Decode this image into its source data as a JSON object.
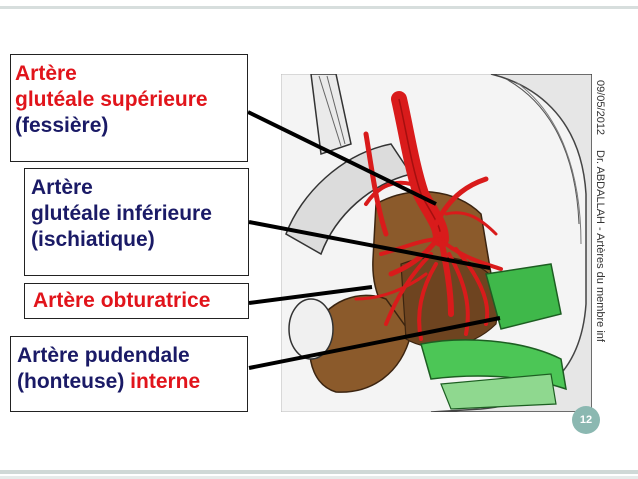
{
  "labels": {
    "superior": {
      "line1": "Artère",
      "line2": "glutéale supérieure",
      "line3": "(fessière)"
    },
    "inferior": {
      "line1": "Artère",
      "line2": "glutéale inférieure",
      "line3": "(ischiatique)"
    },
    "obturator": {
      "text": "Artère obturatrice"
    },
    "pudendal": {
      "line1": "Artère pudendale",
      "line2a": "(honteuse)",
      "line2b": " interne"
    }
  },
  "side": {
    "date": "09/05/2012",
    "footer": "Dr. ABDALLAH - Artères du membre inf"
  },
  "page_number": "12",
  "colors": {
    "artery_red": "#e1141b",
    "label_blue": "#1a1a66",
    "muscle_brown": "#8b5a2b",
    "muscle_green": "#3fb84a",
    "page_badge": "#8bb8b1"
  }
}
